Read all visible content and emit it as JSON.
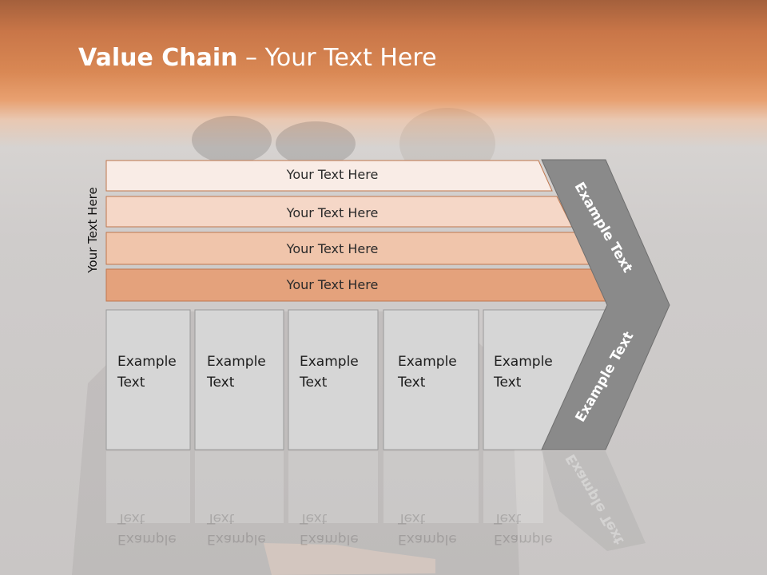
{
  "slide": {
    "title_bold": "Value Chain",
    "title_rest": " – Your Text Here",
    "side_label": "Your Text Here"
  },
  "bars": [
    {
      "label": "Your Text Here",
      "color": "#f9ece6"
    },
    {
      "label": "Your Text Here",
      "color": "#f5d7c7"
    },
    {
      "label": "Your Text Here",
      "color": "#f0c5ab"
    },
    {
      "label": "Your Text Here",
      "color": "#e4a27c"
    }
  ],
  "boxes": [
    {
      "label": "Example\nText"
    },
    {
      "label": "Example\nText"
    },
    {
      "label": "Example\nText"
    },
    {
      "label": "Example\nText"
    },
    {
      "label": "Example\nText"
    }
  ],
  "chevron": {
    "upper_label": "Example Text",
    "lower_label": "Example Text",
    "color": "#8a8a8a"
  },
  "colors": {
    "bar_border": "#c0774e",
    "box_fill": "#d6d6d6",
    "box_border": "#9a9a9a"
  }
}
